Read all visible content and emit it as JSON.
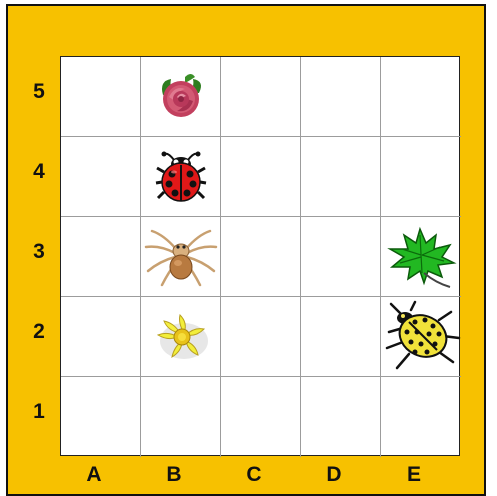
{
  "board": {
    "rows": [
      "5",
      "4",
      "3",
      "2",
      "1"
    ],
    "columns": [
      "A",
      "B",
      "C",
      "D",
      "E"
    ],
    "colors": {
      "frame": "#f7c100",
      "grid_line": "#9c9c9c",
      "cell": "#ffffff"
    },
    "items": [
      {
        "icon": "rose-icon",
        "column": "B",
        "row": "5"
      },
      {
        "icon": "ladybug-icon",
        "column": "B",
        "row": "4"
      },
      {
        "icon": "spider-icon",
        "column": "B",
        "row": "3"
      },
      {
        "icon": "maple-leaf-icon",
        "column": "E",
        "row": "3"
      },
      {
        "icon": "daffodil-icon",
        "column": "B",
        "row": "2"
      },
      {
        "icon": "yellow-ladybug-icon",
        "column": "E",
        "row": "2"
      }
    ]
  }
}
